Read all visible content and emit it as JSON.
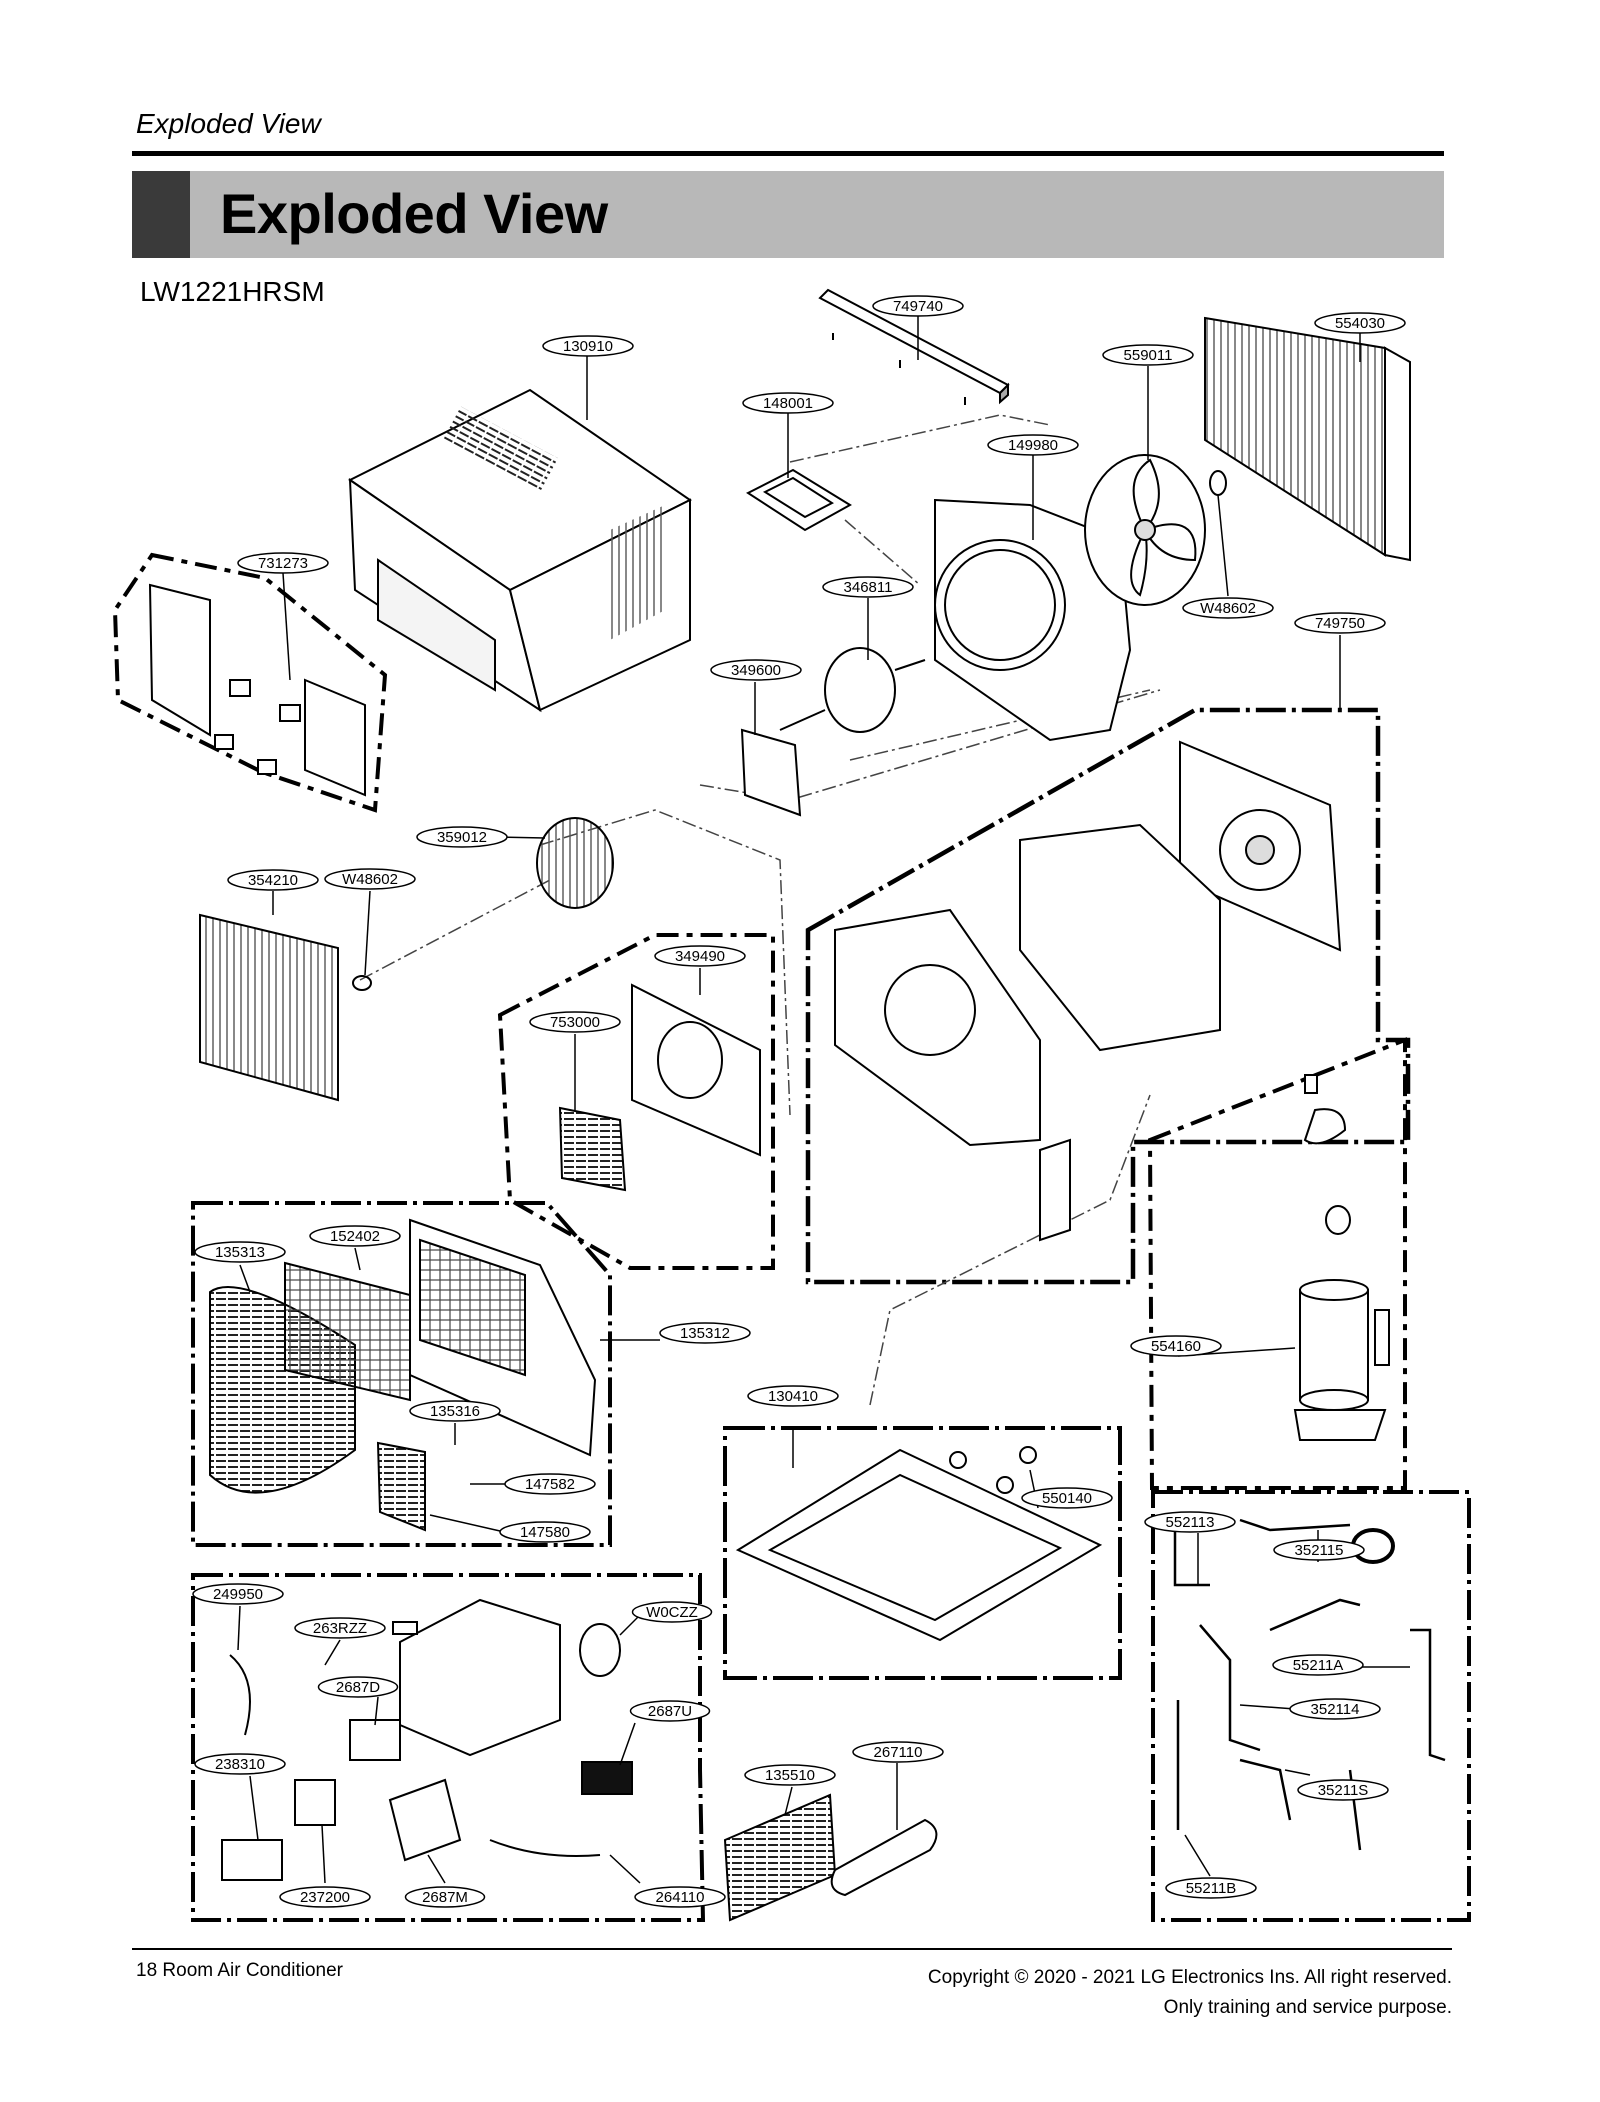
{
  "header": {
    "section_label": "Exploded View",
    "title": "Exploded View"
  },
  "model": "LW1221HRSM",
  "parts": [
    {
      "id": "749740"
    },
    {
      "id": "554030"
    },
    {
      "id": "130910"
    },
    {
      "id": "559011"
    },
    {
      "id": "148001"
    },
    {
      "id": "149980"
    },
    {
      "id": "731273"
    },
    {
      "id": "346811"
    },
    {
      "id": "W48602"
    },
    {
      "id": "749750"
    },
    {
      "id": "349600"
    },
    {
      "id": "359012"
    },
    {
      "id": "354210"
    },
    {
      "id": "W48602"
    },
    {
      "id": "349490"
    },
    {
      "id": "753000"
    },
    {
      "id": "152402"
    },
    {
      "id": "135313"
    },
    {
      "id": "135312"
    },
    {
      "id": "554160"
    },
    {
      "id": "135316"
    },
    {
      "id": "130410"
    },
    {
      "id": "147582"
    },
    {
      "id": "550140"
    },
    {
      "id": "147580"
    },
    {
      "id": "552113"
    },
    {
      "id": "352115"
    },
    {
      "id": "249950"
    },
    {
      "id": "W0CZZ"
    },
    {
      "id": "263RZZ"
    },
    {
      "id": "55211A"
    },
    {
      "id": "2687D"
    },
    {
      "id": "352114"
    },
    {
      "id": "2687U"
    },
    {
      "id": "267110"
    },
    {
      "id": "238310"
    },
    {
      "id": "135510"
    },
    {
      "id": "35211S"
    },
    {
      "id": "237200"
    },
    {
      "id": "2687M"
    },
    {
      "id": "264110"
    },
    {
      "id": "55211B"
    }
  ],
  "footer": {
    "page": "18  Room Air Conditioner",
    "copyright": "Copyright © 2020 - 2021 LG Electronics Ins. All right reserved.",
    "note": "Only training and service purpose."
  }
}
